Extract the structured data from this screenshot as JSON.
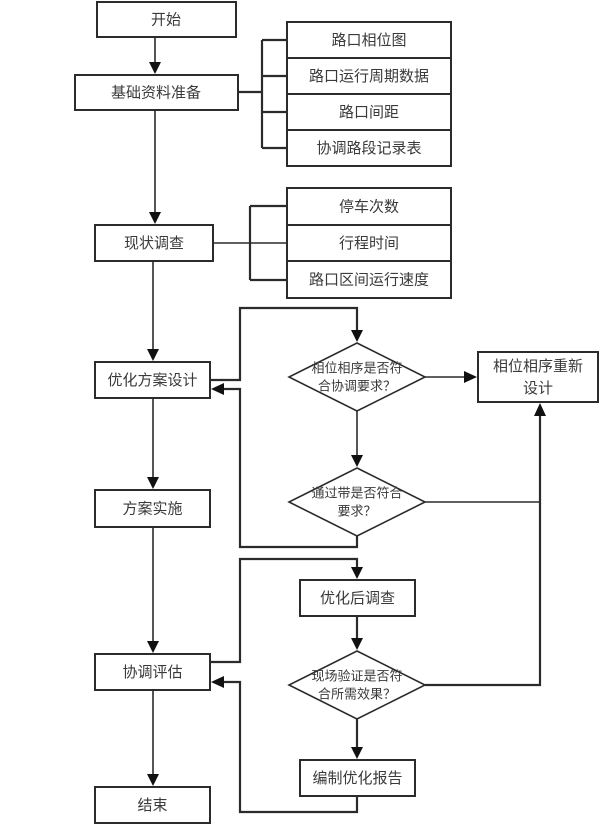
{
  "title": "干线协调优化流程图",
  "colors": {
    "stroke": "#2b2b2b",
    "text": "#3a3a3a",
    "background": "#ffffff"
  },
  "main_flow": {
    "start": "开始",
    "prepare": "基础资料准备",
    "survey": "现状调查",
    "design": "优化方案设计",
    "implement": "方案实施",
    "evaluate": "协调评估",
    "end": "结束"
  },
  "prepare_items": [
    "路口相位图",
    "路口运行周期数据",
    "路口间距",
    "协调路段记录表"
  ],
  "survey_items": [
    "停车次数",
    "行程时间",
    "路口区间运行速度"
  ],
  "design_loop": {
    "decision_phase": {
      "line1": "相位相序是否符",
      "line2": "合协调要求？"
    },
    "decision_band": {
      "line1": "通过带是否符合",
      "line2": "要求？"
    },
    "redesign": {
      "line1": "相位相序重新",
      "line2": "设计"
    }
  },
  "evaluate_loop": {
    "post_survey": "优化后调查",
    "decision_field": {
      "line1": "现场验证是否符",
      "line2": "合所需效果？"
    },
    "report": "编制优化报告"
  }
}
